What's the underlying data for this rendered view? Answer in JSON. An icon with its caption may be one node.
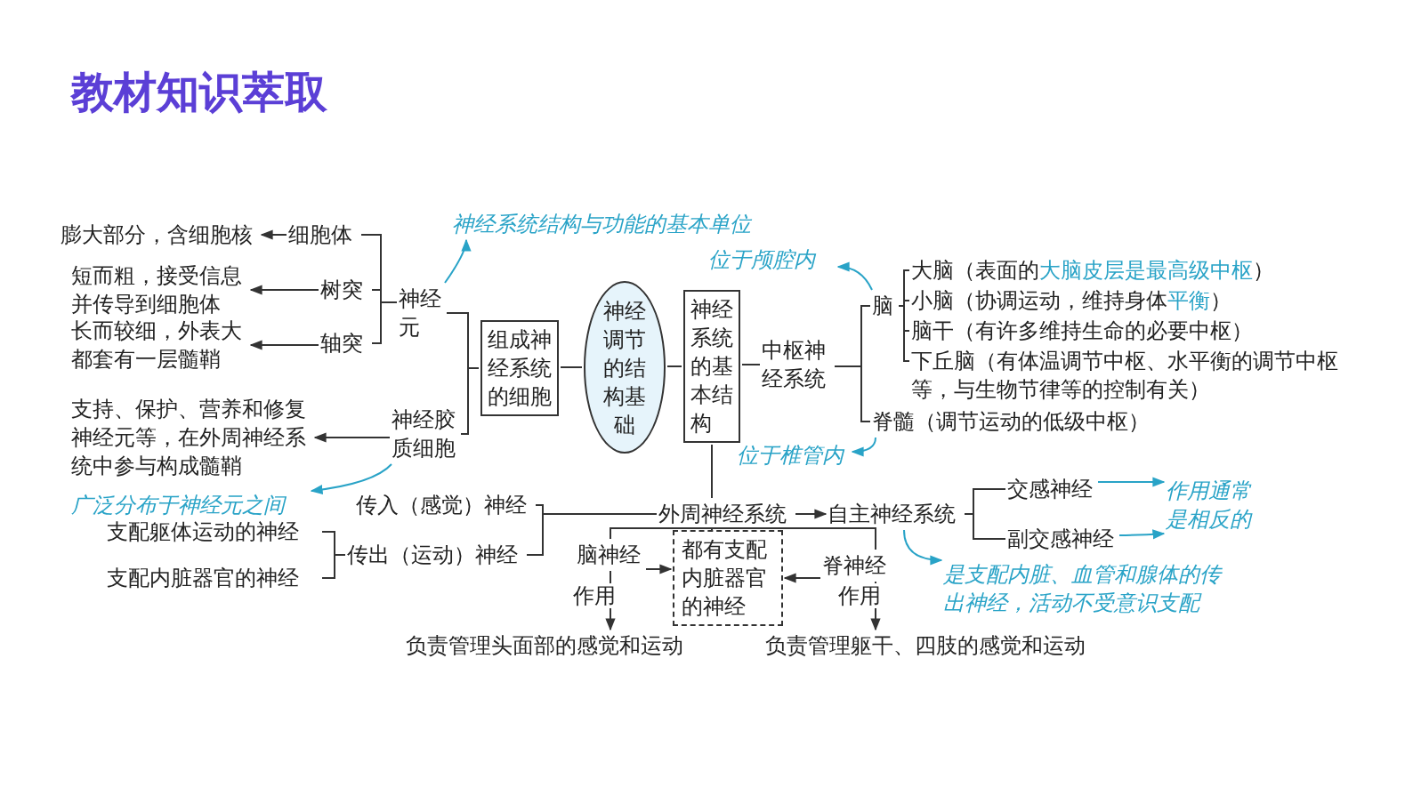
{
  "diagram": {
    "title": "教材知识萃取",
    "nodes": [
      {
        "text": [
          "膨大部分，含细胞核"
        ]
      },
      {
        "text": [
          "细胞体"
        ]
      },
      {
        "text": [
          "短而粗，接受信息并传导到细胞体"
        ]
      },
      {
        "text": [
          "树突"
        ]
      },
      {
        "text": [
          "长而较细，外表大都套有一层髓鞘"
        ]
      },
      {
        "text": [
          "轴突"
        ]
      },
      {
        "text": [
          "神经元"
        ]
      },
      {
        "text": [
          "支持、保护、营养和修复神经元等，在外周神经系统中参与构成髓鞘"
        ]
      },
      {
        "text": [
          "神经胶质细胞"
        ]
      },
      {
        "text": [
          "组成神经系统的细胞"
        ]
      },
      {
        "text": [
          "神经调节的结构基础"
        ]
      },
      {
        "text": [
          "神经系统的基本结构"
        ]
      },
      {
        "text": [
          "中枢神经系统"
        ]
      },
      {
        "text": [
          "脑"
        ]
      },
      {
        "text": [
          "大脑（表面的**大脑皮层是最高级中枢**）"
        ]
      },
      {
        "text": [
          "小脑（协调运动，维持身体**平衡**）"
        ]
      },
      {
        "text": [
          "脑干（有许多维持生命的必要中枢）"
        ]
      },
      {
        "text": [
          "下丘脑（有体温调节中枢、水平衡的调节中枢等，与生物节律等的控制有关）"
        ]
      },
      {
        "text": [
          "脊髓（调节运动的低级中枢）"
        ]
      },
      {
        "text": [
          "神经系统结构与功能的基本单位"
        ]
      },
      {
        "text": [
          "位于颅腔内"
        ]
      },
      {
        "text": [
          "位于椎管内"
        ]
      },
      {
        "text": [
          "广泛分布于神经元之间"
        ]
      },
      {
        "text": [
          "传入（感觉）神经"
        ]
      },
      {
        "text": [
          "外周神经系统"
        ]
      },
      {
        "text": [
          "自主神经系统"
        ]
      },
      {
        "text": [
          "交感神经"
        ]
      },
      {
        "text": [
          "副交感神经"
        ]
      },
      {
        "text": [
          "作用通常是相反的"
        ]
      },
      {
        "text": [
          "是支配内脏、血管和腺体的传出神经，活动不受意识支配"
        ]
      },
      {
        "text": [
          "支配躯体运动的神经"
        ]
      },
      {
        "text": [
          "支配内脏器官的神经"
        ]
      },
      {
        "text": [
          "传出（运动）神经"
        ]
      },
      {
        "text": [
          "脑神经"
        ]
      },
      {
        "text": [
          "都有支配内脏器官的神经"
        ]
      },
      {
        "text": [
          "脊神经"
        ]
      },
      {
        "text": [
          "负责管理头面部的感觉和运动"
        ]
      },
      {
        "text": [
          "负责管理躯干、四肢的感觉和运动"
        ]
      }
    ],
    "edges": [
      {
        "from": 1,
        "to": 0,
        "arrow": "to"
      },
      {
        "from": 3,
        "to": 2,
        "arrow": "to"
      },
      {
        "from": 5,
        "to": 4,
        "arrow": "to"
      },
      {
        "from": 6,
        "to": 1,
        "arrow": "none"
      },
      {
        "from": 6,
        "to": 3,
        "arrow": "none"
      },
      {
        "from": 6,
        "to": 5,
        "arrow": "none"
      },
      {
        "from": 6,
        "to": 19,
        "arrow": "to",
        "color": "#29a3c7"
      },
      {
        "from": 6,
        "to": 9,
        "arrow": "none"
      },
      {
        "from": 8,
        "to": 9,
        "arrow": "none"
      },
      {
        "from": 8,
        "to": 7,
        "arrow": "to"
      },
      {
        "from": 8,
        "to": 22,
        "arrow": "to",
        "color": "#29a3c7"
      },
      {
        "from": 9,
        "to": 10,
        "arrow": "none"
      },
      {
        "from": 10,
        "to": 11,
        "arrow": "none"
      },
      {
        "from": 11,
        "to": 12,
        "arrow": "none"
      },
      {
        "from": 12,
        "to": 13,
        "arrow": "none"
      },
      {
        "from": 12,
        "to": 18,
        "arrow": "none"
      },
      {
        "from": 13,
        "to": 14,
        "arrow": "none"
      },
      {
        "from": 13,
        "to": 15,
        "arrow": "none"
      },
      {
        "from": 13,
        "to": 16,
        "arrow": "none"
      },
      {
        "from": 13,
        "to": 17,
        "arrow": "none"
      },
      {
        "from": 13,
        "to": 20,
        "arrow": "to",
        "color": "#29a3c7"
      },
      {
        "from": 18,
        "to": 21,
        "arrow": "to",
        "color": "#29a3c7"
      },
      {
        "from": 11,
        "to": 24,
        "arrow": "none"
      },
      {
        "from": 23,
        "to": 24,
        "arrow": "none"
      },
      {
        "from": 32,
        "to": 24,
        "arrow": "none"
      },
      {
        "from": 24,
        "to": 25,
        "arrow": "to"
      },
      {
        "from": 25,
        "to": 26,
        "arrow": "none"
      },
      {
        "from": 25,
        "to": 27,
        "arrow": "none"
      },
      {
        "from": 26,
        "to": 28,
        "arrow": "to",
        "color": "#29a3c7"
      },
      {
        "from": 27,
        "to": 28,
        "arrow": "to",
        "color": "#29a3c7"
      },
      {
        "from": 25,
        "to": 29,
        "arrow": "to",
        "color": "#29a3c7"
      },
      {
        "from": 30,
        "to": 32,
        "arrow": "none"
      },
      {
        "from": 31,
        "to": 32,
        "arrow": "none"
      },
      {
        "from": 24,
        "to": 33,
        "arrow": "none"
      },
      {
        "from": 33,
        "to": 36,
        "arrow": "to",
        "label": "作用"
      },
      {
        "from": 33,
        "to": 34,
        "arrow": "to"
      },
      {
        "from": 24,
        "to": 35,
        "arrow": "none"
      },
      {
        "from": 35,
        "to": 34,
        "arrow": "to"
      },
      {
        "from": 35,
        "to": 37,
        "arrow": "to",
        "label": "作用"
      }
    ]
  }
}
